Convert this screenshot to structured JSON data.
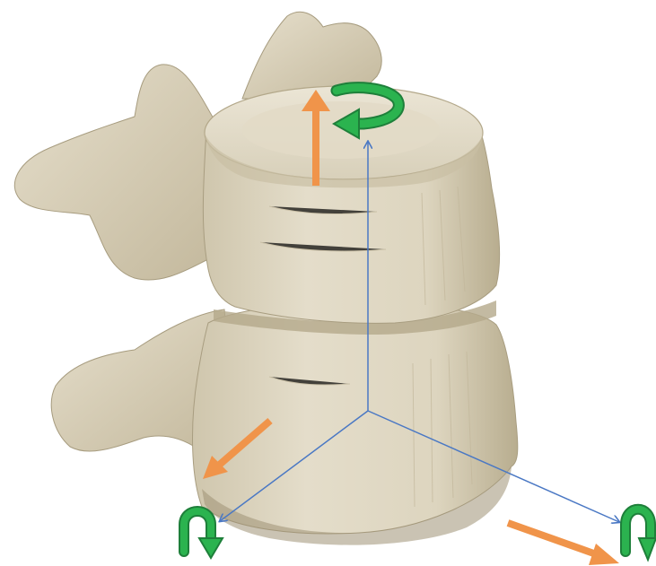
{
  "figure": {
    "subject": "lumbar-vertebrae-two-segment",
    "colors": {
      "background": "#ffffff",
      "bone_light": "#e6dfcd",
      "bone_mid": "#d6ceb6",
      "bone_shadow": "#b9ae90",
      "bone_dark": "#8f8468",
      "axis_blue": "#4a78c4",
      "translation_orange": "#f0944a",
      "rotation_green": "#22a84a"
    },
    "axes": [
      {
        "id": "vertical-axis",
        "color_key": "axis_blue"
      },
      {
        "id": "anterior-posterior-axis",
        "color_key": "axis_blue"
      },
      {
        "id": "lateral-axis",
        "color_key": "axis_blue"
      }
    ],
    "translation_arrows": [
      {
        "id": "vertical-translation",
        "color_key": "translation_orange"
      },
      {
        "id": "ap-translation",
        "color_key": "translation_orange"
      },
      {
        "id": "lateral-translation",
        "color_key": "translation_orange"
      }
    ],
    "rotation_arrows": [
      {
        "id": "axial-rotation",
        "color_key": "rotation_green"
      },
      {
        "id": "sagittal-rotation",
        "color_key": "rotation_green"
      },
      {
        "id": "coronal-rotation",
        "color_key": "rotation_green"
      }
    ]
  }
}
